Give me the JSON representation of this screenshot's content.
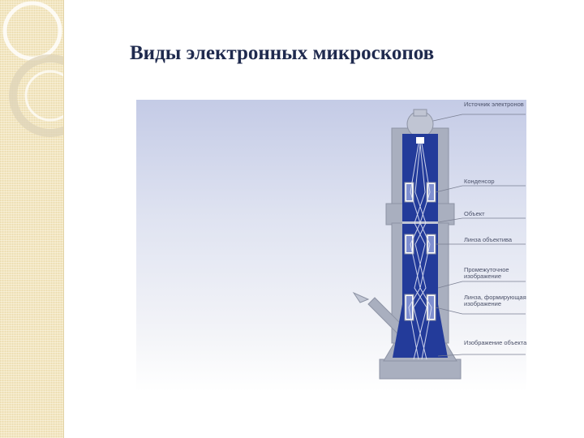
{
  "slide": {
    "title": "Виды электронных микроскопов"
  },
  "diagram": {
    "labels": {
      "source": "Источник электронов",
      "condenser": "Конденсор",
      "object": "Объект",
      "objective_lens": "Линза объектива",
      "intermediate_image": "Промежуточное изображение",
      "projector_lens": "Линза, формирующая изображение",
      "object_image": "Изображение объекта"
    }
  },
  "colors": {
    "column_fill": "#233b9a",
    "housing": "#a9afbf",
    "strip": "#f3e6c0"
  }
}
